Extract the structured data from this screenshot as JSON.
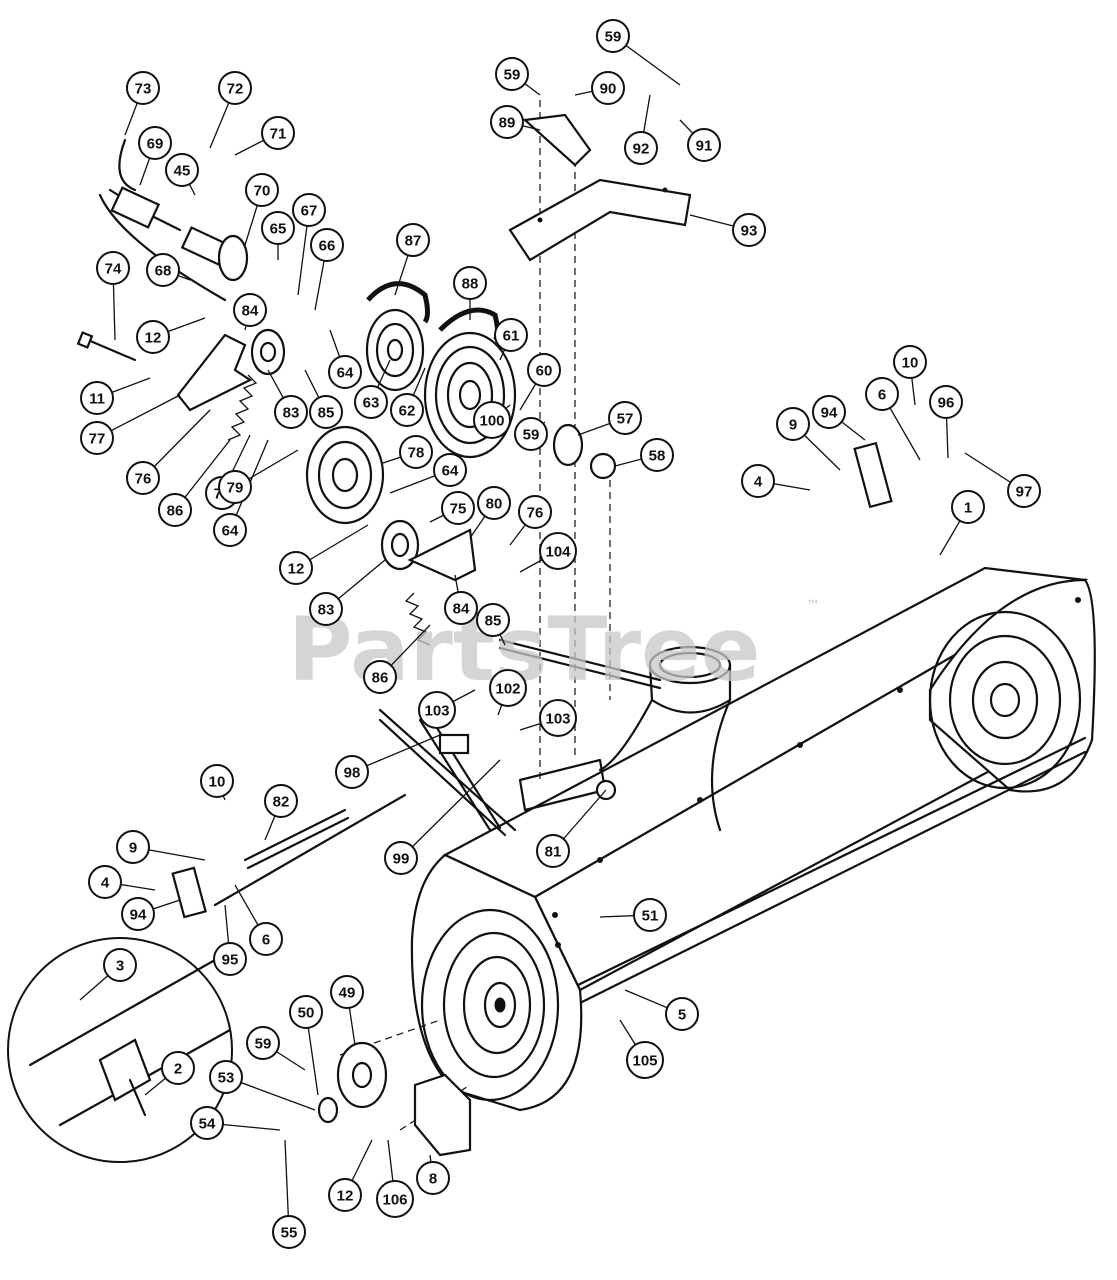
{
  "watermark": {
    "text": "PartsTree",
    "trademark": "™"
  },
  "callouts": [
    {
      "num": "73"
    },
    {
      "num": "72"
    },
    {
      "num": "71"
    },
    {
      "num": "69"
    },
    {
      "num": "45"
    },
    {
      "num": "70"
    },
    {
      "num": "68"
    },
    {
      "num": "74"
    },
    {
      "num": "12"
    },
    {
      "num": "84"
    },
    {
      "num": "65"
    },
    {
      "num": "67"
    },
    {
      "num": "66"
    },
    {
      "num": "87"
    },
    {
      "num": "88"
    },
    {
      "num": "61"
    },
    {
      "num": "11"
    },
    {
      "num": "77"
    },
    {
      "num": "76"
    },
    {
      "num": "86"
    },
    {
      "num": "75"
    },
    {
      "num": "64"
    },
    {
      "num": "83"
    },
    {
      "num": "85"
    },
    {
      "num": "64"
    },
    {
      "num": "63"
    },
    {
      "num": "62"
    },
    {
      "num": "60"
    },
    {
      "num": "100"
    },
    {
      "num": "57"
    },
    {
      "num": "59"
    },
    {
      "num": "58"
    },
    {
      "num": "78"
    },
    {
      "num": "64"
    },
    {
      "num": "79"
    },
    {
      "num": "75"
    },
    {
      "num": "80"
    },
    {
      "num": "76"
    },
    {
      "num": "12"
    },
    {
      "num": "83"
    },
    {
      "num": "84"
    },
    {
      "num": "104"
    },
    {
      "num": "86"
    },
    {
      "num": "85"
    },
    {
      "num": "59"
    },
    {
      "num": "90"
    },
    {
      "num": "59"
    },
    {
      "num": "89"
    },
    {
      "num": "92"
    },
    {
      "num": "91"
    },
    {
      "num": "93"
    },
    {
      "num": "10"
    },
    {
      "num": "9"
    },
    {
      "num": "94"
    },
    {
      "num": "6"
    },
    {
      "num": "96"
    },
    {
      "num": "4"
    },
    {
      "num": "97"
    },
    {
      "num": "1"
    },
    {
      "num": "103"
    },
    {
      "num": "102"
    },
    {
      "num": "103"
    },
    {
      "num": "98"
    },
    {
      "num": "99"
    },
    {
      "num": "81"
    },
    {
      "num": "10"
    },
    {
      "num": "82"
    },
    {
      "num": "9"
    },
    {
      "num": "4"
    },
    {
      "num": "94"
    },
    {
      "num": "6"
    },
    {
      "num": "95"
    },
    {
      "num": "51"
    },
    {
      "num": "5"
    },
    {
      "num": "105"
    },
    {
      "num": "3"
    },
    {
      "num": "2"
    },
    {
      "num": "59"
    },
    {
      "num": "50"
    },
    {
      "num": "49"
    },
    {
      "num": "53"
    },
    {
      "num": "54"
    },
    {
      "num": "12"
    },
    {
      "num": "106"
    },
    {
      "num": "8"
    },
    {
      "num": "55"
    }
  ]
}
